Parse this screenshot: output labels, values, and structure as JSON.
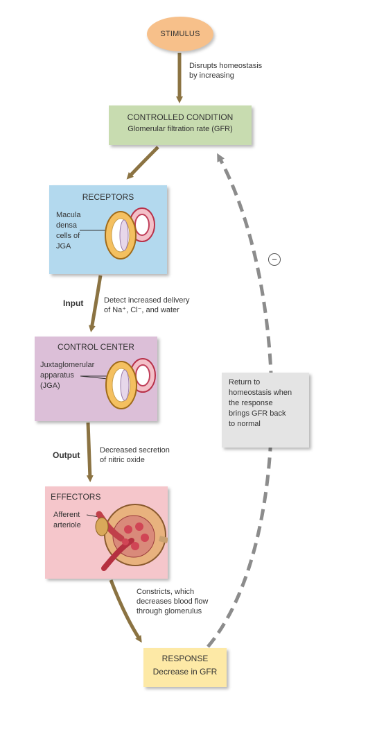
{
  "stimulus": "STIMULUS",
  "stimulus_effect": [
    "Disrupts homeostasis",
    "by increasing"
  ],
  "controlled_condition": {
    "title": "CONTROLLED CONDITION",
    "value": "Glomerular filtration rate (GFR)"
  },
  "receptors": {
    "title": "RECEPTORS",
    "label_lines": [
      "Macula",
      "densa",
      "cells of",
      "JGA"
    ]
  },
  "input": {
    "label": "Input",
    "text": [
      "Detect increased delivery",
      "of Na⁺, Cl⁻, and water"
    ]
  },
  "control_center": {
    "title": "CONTROL CENTER",
    "label_lines": [
      "Juxtaglomerular",
      "apparatus",
      "(JGA)"
    ]
  },
  "output": {
    "label": "Output",
    "text": [
      "Decreased secretion",
      "of nitric oxide"
    ]
  },
  "effectors": {
    "title": "EFFECTORS",
    "label_lines": [
      "Afferent",
      "arteriole"
    ]
  },
  "effect_text": [
    "Constricts, which",
    "decreases blood flow",
    "through glomerulus"
  ],
  "response": {
    "title": "RESPONSE",
    "value": "Decrease in GFR"
  },
  "feedback": {
    "sign": "−",
    "return_text": [
      "Return to",
      "homeostasis when",
      "the response",
      "brings GFR back",
      "to normal"
    ]
  },
  "colors": {
    "stimulus": "#f7c08a",
    "controlled_condition": "#c8dcb0",
    "receptors": "#b3d9ee",
    "control_center": "#dcbfd8",
    "effectors": "#f5c6cb",
    "response": "#fde9a6",
    "return_box": "#e4e4e4",
    "arrow": "#8b7342",
    "feedback_arrow": "#8c8c8c"
  }
}
